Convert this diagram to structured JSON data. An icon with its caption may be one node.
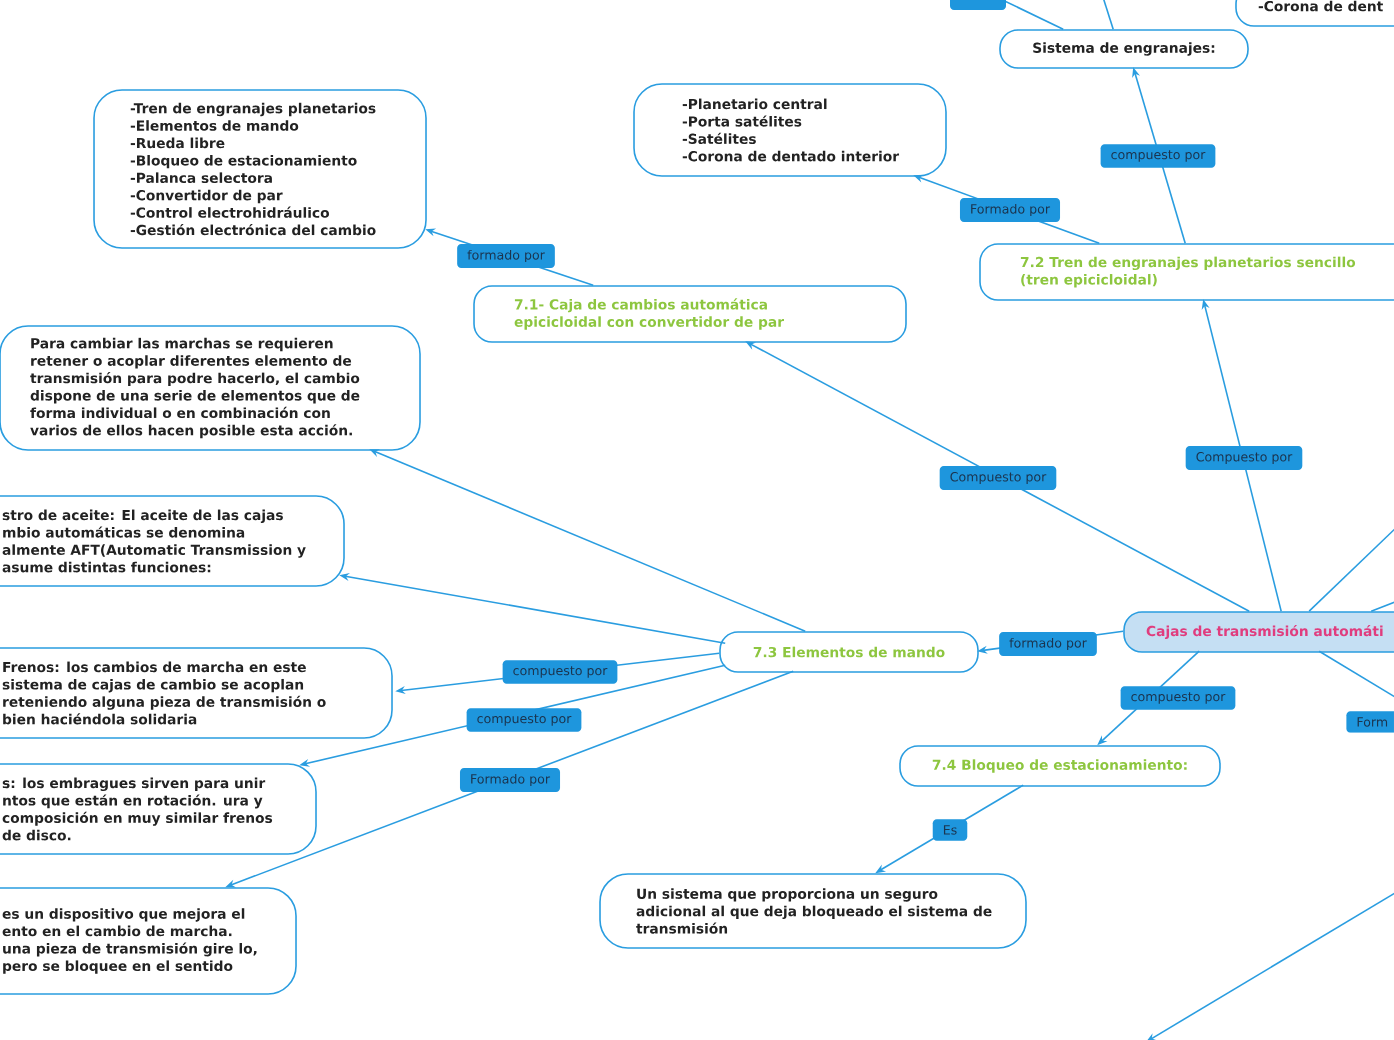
{
  "diagram": {
    "nodes": [
      {
        "text": [
          "Cajas de transmisión automáti"
        ]
      },
      {
        "text": [
          "7.1- Caja de cambios automática epicicloidal con convertidor de par"
        ]
      },
      {
        "text": [
          "-Tren de engranajes planetarios",
          "-Elementos de mando",
          "-Rueda libre",
          "-Bloqueo de estacionamiento",
          "-Palanca selectora",
          "-Convertidor de par",
          "-Control electrohidráulico",
          "-Gestión electrónica del cambio"
        ]
      },
      {
        "text": [
          "7.2 Tren de engranajes planetarios sencillo (tren epicicloidal)"
        ]
      },
      {
        "text": [
          "-Planetario central",
          "-Porta satélites",
          "-Satélites",
          "-Corona de dentado interior"
        ]
      },
      {
        "text": [
          "Sistema de engranajes:"
        ]
      },
      {
        "text": [
          "-Corona de dent"
        ]
      },
      {
        "text": [
          "7.3 Elementos de mando"
        ]
      },
      {
        "text": [
          "Para cambiar las marchas se requieren retener o acoplar diferentes elemento de transmisión para podre hacerlo, el cambio dispone de una serie de elementos que de forma individual o en combinación con varios de ellos hacen posible esta acción."
        ]
      },
      {
        "text": [
          "stro de aceite: El aceite de las cajas mbio automáticas se denomina almente AFT(Automatic Transmission y asume distintas funciones:"
        ]
      },
      {
        "text": [
          "Frenos: los cambios de marcha en este sistema de cajas de cambio se acoplan reteniendo alguna pieza de transmisión o bien haciéndola solidaria"
        ]
      },
      {
        "text": [
          "s: los embragues sirven para unir ntos que están en rotación. ura y composición en muy similar frenos de disco."
        ]
      },
      {
        "text": [
          "es un dispositivo que mejora el ento en el cambio de marcha. una pieza de transmisión gire lo, pero se bloquee en el sentido"
        ]
      },
      {
        "text": [
          "7.4 Bloqueo de estacionamiento:"
        ]
      },
      {
        "text": [
          "Un sistema que proporciona un seguro adicional al que deja bloqueado el sistema de transmisión"
        ]
      }
    ],
    "edges": [
      {
        "from": 0,
        "to": 1,
        "arrow": "to",
        "label": "Compuesto por"
      },
      {
        "from": 0,
        "to": 3,
        "arrow": "to",
        "label": "Compuesto por"
      },
      {
        "from": 0,
        "to": 7,
        "arrow": "to",
        "label": "formado por"
      },
      {
        "from": 0,
        "to": 13,
        "arrow": "to",
        "label": "compuesto por"
      },
      {
        "from": 0,
        "to": null,
        "arrow": "none",
        "label": "Form"
      },
      {
        "from": 0,
        "to": null,
        "arrow": "none"
      },
      {
        "from": 0,
        "to": null,
        "arrow": "none"
      },
      {
        "from": 1,
        "to": 2,
        "arrow": "to",
        "label": "formado por"
      },
      {
        "from": 3,
        "to": 4,
        "arrow": "to",
        "label": "Formado por"
      },
      {
        "from": 3,
        "to": 5,
        "arrow": "to",
        "label": "compuesto por"
      },
      {
        "from": 5,
        "to": null,
        "arrow": "none"
      },
      {
        "from": 5,
        "to": null,
        "arrow": "none"
      },
      {
        "from": 7,
        "to": 8,
        "arrow": "to"
      },
      {
        "from": 7,
        "to": 9,
        "arrow": "to"
      },
      {
        "from": 7,
        "to": 10,
        "arrow": "to",
        "label": "compuesto por"
      },
      {
        "from": 7,
        "to": 11,
        "arrow": "to",
        "label": "compuesto por"
      },
      {
        "from": 7,
        "to": 12,
        "arrow": "to",
        "label": "Formado por"
      },
      {
        "from": 13,
        "to": 14,
        "arrow": "to",
        "label": "Es"
      }
    ]
  }
}
